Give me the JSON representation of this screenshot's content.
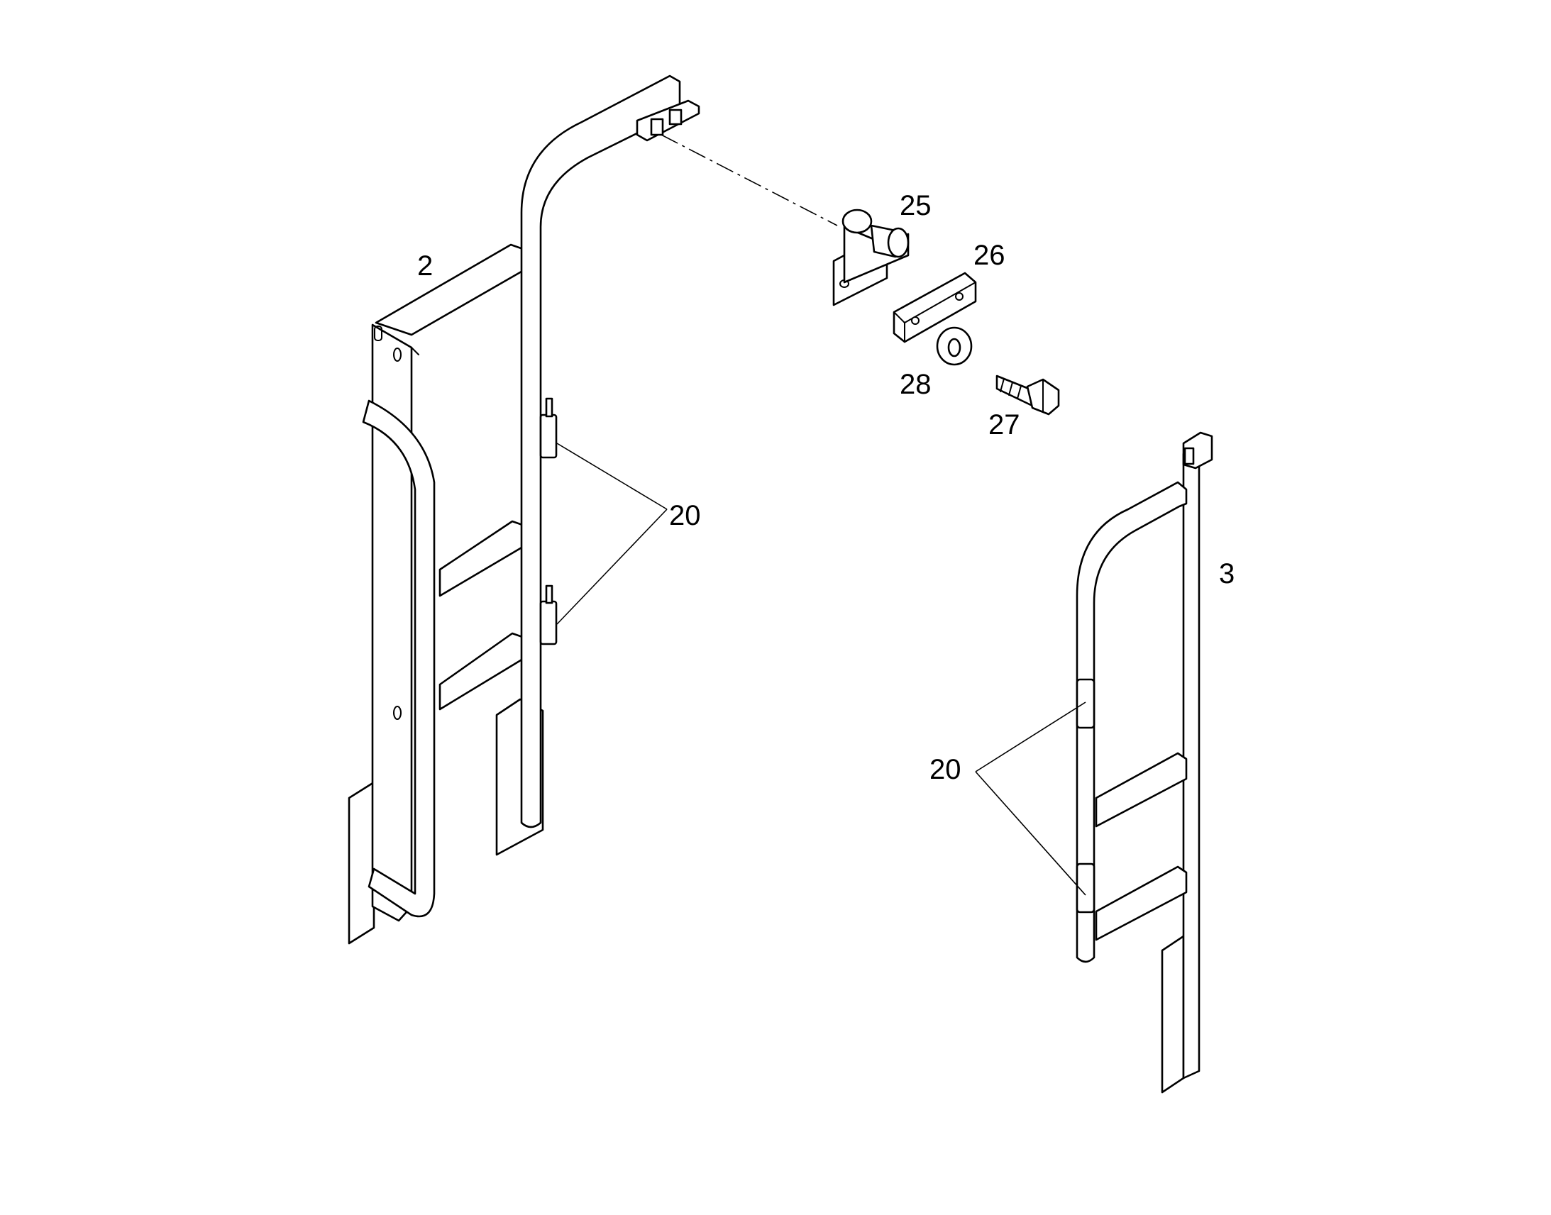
{
  "callouts": {
    "part_2": "2",
    "part_3": "3",
    "part_20_left": "20",
    "part_20_right": "20",
    "part_25": "25",
    "part_26": "26",
    "part_27": "27",
    "part_28": "28"
  },
  "colors": {
    "line": "#000000",
    "background": "#ffffff"
  }
}
